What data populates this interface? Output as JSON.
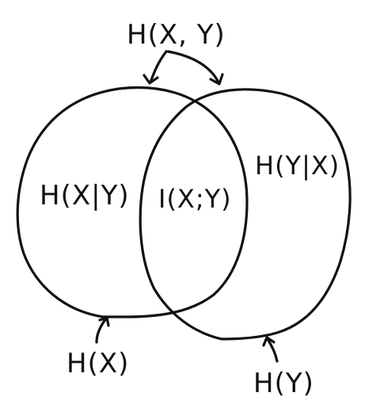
{
  "diagram": {
    "labels": {
      "joint_entropy": "H(X, Y)",
      "conditional_x_given_y": "H(X|Y)",
      "mutual_information": "I(X;Y)",
      "conditional_y_given_x": "H(Y|X)",
      "entropy_x": "H(X)",
      "entropy_y": "H(Y)"
    },
    "colors": {
      "ink": "#111111",
      "background": "#ffffff"
    }
  }
}
